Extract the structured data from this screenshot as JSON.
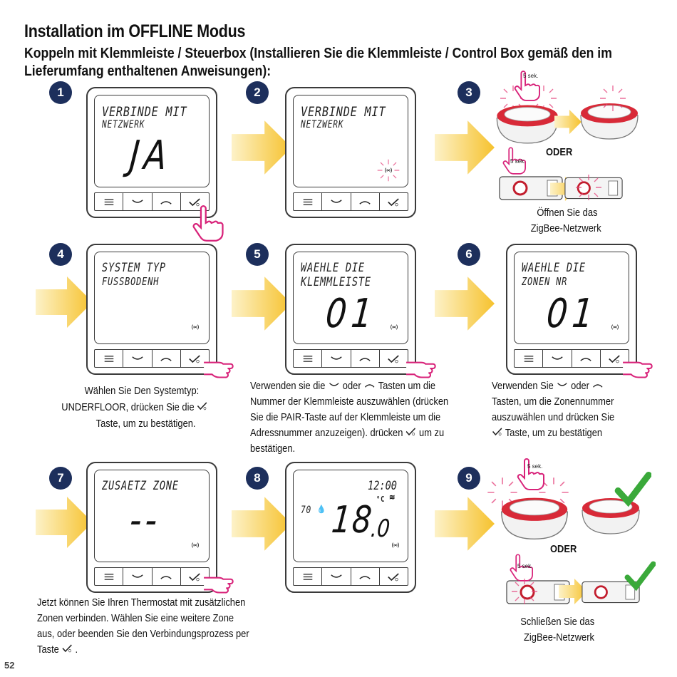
{
  "title": "Installation im OFFLINE Modus",
  "subtitle": "Koppeln mit Klemmleiste / Steuerbox (Installieren Sie die Klemmleiste / Control Box gemäß den im Lieferumfang enthaltenen Anweisungen):",
  "steps": {
    "s1": {
      "num": "1",
      "line1": "VERBINDE MIT",
      "line2": "NETZWERK",
      "big": "JA"
    },
    "s2": {
      "num": "2",
      "line1": "VERBINDE MIT",
      "line2": "NETZWERK"
    },
    "s3": {
      "num": "3",
      "timer_a": "5 sek.",
      "timer_b": "5 sek.",
      "or": "ODER",
      "caption_1": "Öffnen Sie das",
      "caption_2": "ZigBee-Netzwerk"
    },
    "s4": {
      "num": "4",
      "line1": "SYSTEM TYP",
      "line2": "FUSSBODENH",
      "caption_1": "Wählen Sie Den Systemtyp:",
      "caption_2": "UNDERFLOOR, drücken Sie die",
      "caption_3": "Taste, um zu bestätigen."
    },
    "s5": {
      "num": "5",
      "line1": "WAEHLE DIE",
      "line2": "KLEMMLEISTE",
      "big": "01",
      "caption_a": "Verwenden sie die",
      "caption_b": "oder",
      "caption_c": "Tasten um die",
      "caption_2": "Nummer der Klemmleiste auszuwählen (drücken",
      "caption_3": "Sie die PAIR-Taste auf der Klemmleiste um die",
      "caption_4a": "Adressnummer anzuzeigen). drücken",
      "caption_4b": "um zu",
      "caption_5": "bestätigen."
    },
    "s6": {
      "num": "6",
      "line1": "WAEHLE DIE",
      "line2": "ZONEN NR",
      "big": "01",
      "caption_a": "Verwenden Sie",
      "caption_b": "oder",
      "caption_2": "Tasten, um die Zonennummer",
      "caption_3": "auszuwählen und drücken Sie",
      "caption_4": "Taste, um zu bestätigen"
    },
    "s7": {
      "num": "7",
      "line1": "ZUSAETZ ZONE",
      "big": "--",
      "caption_1": "Jetzt können Sie Ihren Thermostat mit zusätzlichen",
      "caption_2": "Zonen verbinden. Wählen Sie eine weitere Zone",
      "caption_3": "aus, oder beenden Sie den Verbindungsprozess per",
      "caption_4": "Taste"
    },
    "s8": {
      "num": "8",
      "time": "12:00",
      "humidity": "70",
      "unit": "°C",
      "big": "18",
      "dec": ".0"
    },
    "s9": {
      "num": "9",
      "timer_a": "5 sek.",
      "timer_b": "5 sek.",
      "or": "ODER",
      "caption_1": "Schließen Sie das",
      "caption_2": "ZigBee-Netzwerk"
    }
  },
  "page_number": "52",
  "colors": {
    "badge": "#1d2f5c",
    "arrow": "#f6c22e",
    "hand": "#d8237a",
    "check": "#3aa93a",
    "ring": "#c21d2d"
  }
}
